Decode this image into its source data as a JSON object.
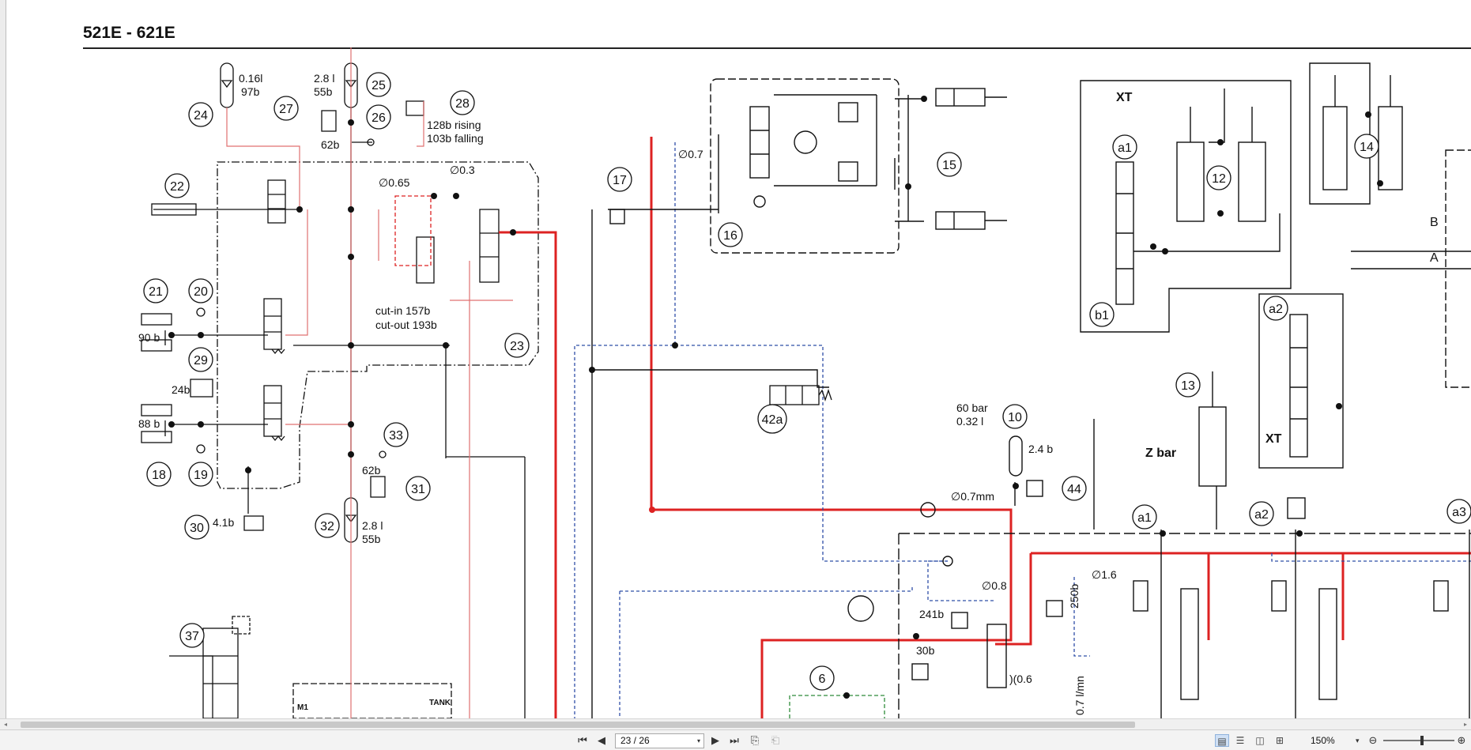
{
  "document": {
    "title": "521E - 621E"
  },
  "schematic": {
    "component_labels": [
      "24",
      "25",
      "26",
      "27",
      "28",
      "22",
      "21",
      "20",
      "29",
      "18",
      "19",
      "23",
      "17",
      "16",
      "15",
      "30",
      "31",
      "32",
      "33",
      "37",
      "42a",
      "10",
      "44",
      "12",
      "14",
      "13",
      "a1",
      "b1",
      "a2",
      "a1",
      "a2",
      "a3",
      "6"
    ],
    "annotations": {
      "acc24_volume": "0.16l",
      "acc24_pressure": "97b",
      "acc25_volume": "2.8 l",
      "acc25_pressure": "55b",
      "sw27_pressure": "62b",
      "sw28_rising": "128b rising",
      "sw28_falling": "103b falling",
      "orifice_065": "∅0.65",
      "orifice_03": "∅0.3",
      "cut_in": "cut-in 157b",
      "cut_out": "cut-out 193b",
      "press_90": "90 b",
      "press_88": "88 b",
      "press_24": "24b",
      "press_41": "4.1b",
      "sw31_pressure": "62b",
      "acc32_volume": "2.8 l",
      "acc32_pressure": "55b",
      "orifice_07": "∅0.7",
      "orifice_07mm": "∅0.7mm",
      "acc10_pressure": "60 bar",
      "acc10_volume": "0.32 l",
      "press_24b_44": "2.4 b",
      "orifice_08": "∅0.8",
      "orifice_16": "∅1.6",
      "press_250": "250b",
      "press_241": "241b",
      "press_30": "30b",
      "orifice_06": ")(0.6",
      "flow_07": "0.7 l/mn",
      "xt_top": "XT",
      "xt_bottom": "XT",
      "z_bar": "Z bar",
      "port_b": "B",
      "port_a": "A",
      "m1": "M1",
      "tank": "TANK"
    }
  },
  "toolbar": {
    "page_indicator": "23 / 26",
    "zoom": "150%",
    "icons": [
      "first-page-icon",
      "prev-page-icon",
      "next-page-icon",
      "last-page-icon",
      "page-dropdown-icon",
      "zoom-dropdown-icon",
      "zoom-out-icon",
      "zoom-in-icon",
      "view-single-icon",
      "view-continuous-icon",
      "view-facing-icon",
      "view-facing-continuous-icon",
      "scroll-left-icon",
      "scroll-right-icon",
      "previous-view-icon",
      "next-view-icon"
    ]
  },
  "colors": {
    "pressure_line": "#dd2222",
    "pilot_line": "#e07070",
    "return_line": "#111111",
    "pilot_dashed": "#2f4fa8",
    "drain_dashed": "#2e8b3a"
  }
}
